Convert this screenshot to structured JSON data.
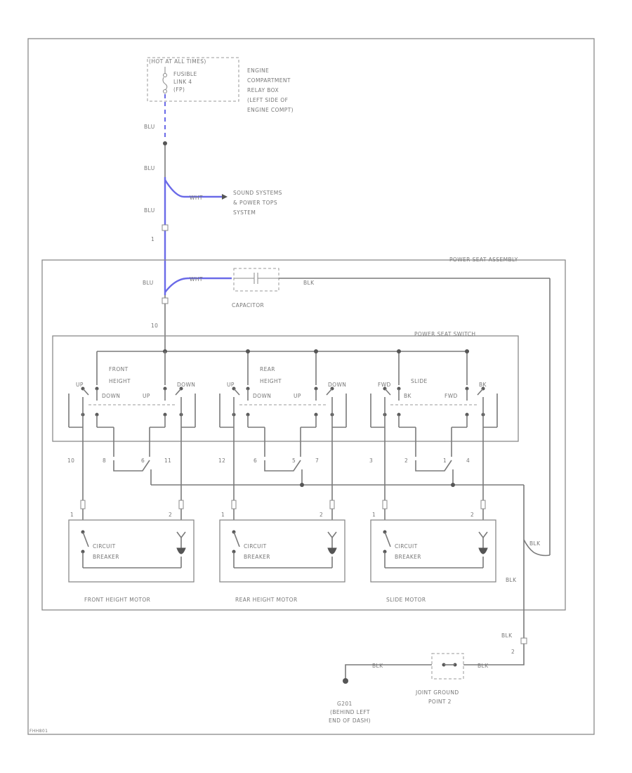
{
  "hot_label": "(HOT AT ALL TIMES)",
  "fuse_label": [
    "FUSIBLE",
    "LINK 4",
    "(FP)"
  ],
  "relay_box_label": [
    "ENGINE",
    "COMPARTMENT",
    "RELAY BOX",
    "(LEFT SIDE OF",
    "ENGINE COMPT)"
  ],
  "blu": "BLU",
  "wht": "WHT",
  "blk": "BLK",
  "sound_label": [
    "SOUND SYSTEMS",
    "& POWER TOPS",
    "SYSTEM"
  ],
  "connector_1": "1",
  "connector_10": "10",
  "connector_2": "2",
  "power_seat_assembly": "POWER SEAT ASSEMBLY",
  "power_seat_switch": "POWER SEAT SWITCH",
  "capacitor": "CAPACITOR",
  "switches": [
    {
      "title": [
        "FRONT",
        "HEIGHT"
      ],
      "left": "UP",
      "right": "DOWN",
      "mid_left": "DOWN",
      "mid_right": "UP",
      "pins": [
        "10",
        "8",
        "6",
        "11"
      ]
    },
    {
      "title": [
        "REAR",
        "HEIGHT"
      ],
      "left": "UP",
      "right": "DOWN",
      "mid_left": "DOWN",
      "mid_right": "UP",
      "pins": [
        "12",
        "6",
        "5",
        "7"
      ]
    },
    {
      "title": [
        "SLIDE"
      ],
      "left": "FWD",
      "right": "BK",
      "mid_left": "BK",
      "mid_right": "FWD",
      "pins": [
        "3",
        "2",
        "1",
        "4"
      ]
    }
  ],
  "motor_pins": [
    "1",
    "2"
  ],
  "circuit_breaker": [
    "CIRCUIT",
    "BREAKER"
  ],
  "motors": [
    "FRONT HEIGHT MOTOR",
    "REAR HEIGHT MOTOR",
    "SLIDE MOTOR"
  ],
  "joint_ground": [
    "JOINT GROUND",
    "POINT 2"
  ],
  "g_label": [
    "G201",
    "(BEHIND LEFT",
    "END OF DASH)"
  ],
  "footer_code": "FHH801"
}
